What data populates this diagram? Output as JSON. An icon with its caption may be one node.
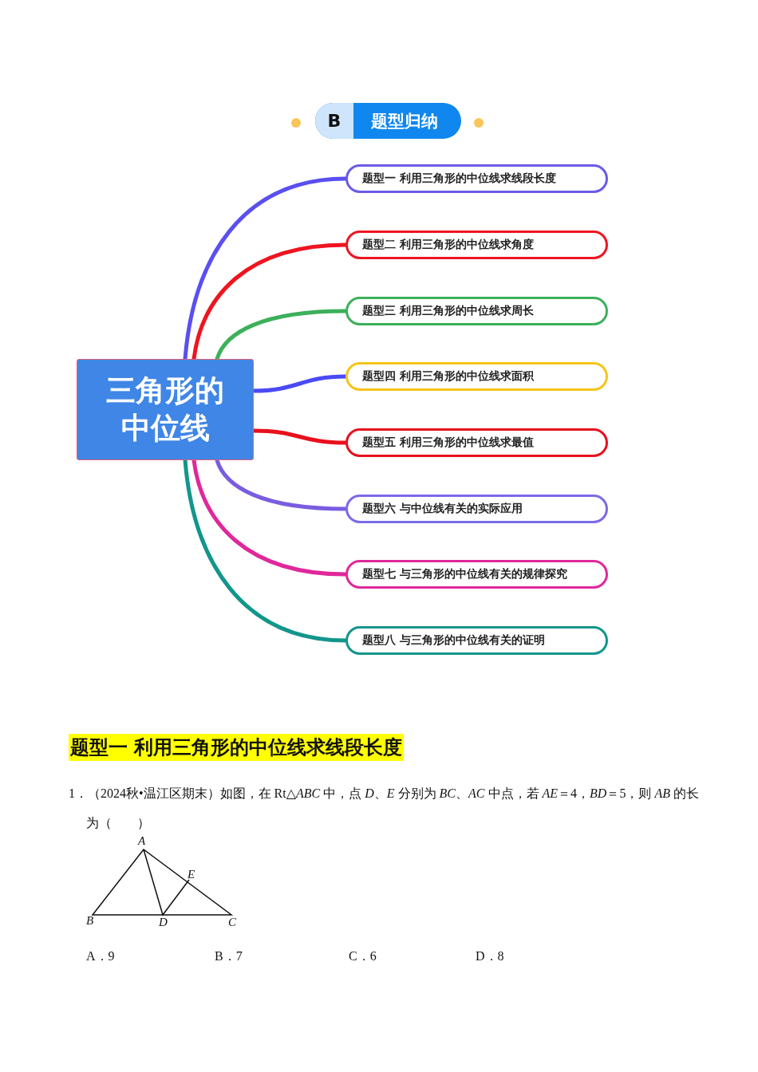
{
  "diagram": {
    "nodes": [
      {
        "text": [
          "B",
          "题型归纳"
        ]
      },
      {
        "text": [
          "三角形的中位线"
        ]
      },
      {
        "text": [
          "题型一 利用三角形的中位线求线段长度"
        ]
      },
      {
        "text": [
          "题型二 利用三角形的中位线求角度"
        ]
      },
      {
        "text": [
          "题型三 利用三角形的中位线求周长"
        ]
      },
      {
        "text": [
          "题型四 利用三角形的中位线求面积"
        ]
      },
      {
        "text": [
          "题型五  利用三角形的中位线求最值"
        ]
      },
      {
        "text": [
          "题型六  与中位线有关的实际应用"
        ]
      },
      {
        "text": [
          "题型七  与三角形的中位线有关的规律探究"
        ]
      },
      {
        "text": [
          "题型八  与三角形的中位线有关的证明"
        ]
      }
    ],
    "edges": [
      {
        "from": 1,
        "to": 2,
        "arrow": "none",
        "color": "#5a4ff0"
      },
      {
        "from": 1,
        "to": 3,
        "arrow": "none",
        "color": "#ee1520"
      },
      {
        "from": 1,
        "to": 4,
        "arrow": "none",
        "color": "#3cb05a"
      },
      {
        "from": 1,
        "to": 5,
        "arrow": "none",
        "color": "#4a4af5"
      },
      {
        "from": 1,
        "to": 6,
        "arrow": "none",
        "color": "#e8101c"
      },
      {
        "from": 1,
        "to": 7,
        "arrow": "none",
        "color": "#7a5ce0"
      },
      {
        "from": 1,
        "to": 8,
        "arrow": "none",
        "color": "#e0289a"
      },
      {
        "from": 1,
        "to": 9,
        "arrow": "none",
        "color": "#12968c"
      }
    ],
    "labels": [
      "题型一  利用三角形的中位线求线段长度",
      "1．（2024秋•温江区期末）如图，在 Rt△*ABC* 中，点 *D*、*E* 分别为 *BC*、*AC* 中点，若 *AE*＝4，*BD*＝5，则 *AB* 的长为（　　）",
      "A",
      "E",
      "B",
      "D",
      "C",
      "A．9",
      "B．7",
      "C．6",
      "D．8"
    ]
  }
}
